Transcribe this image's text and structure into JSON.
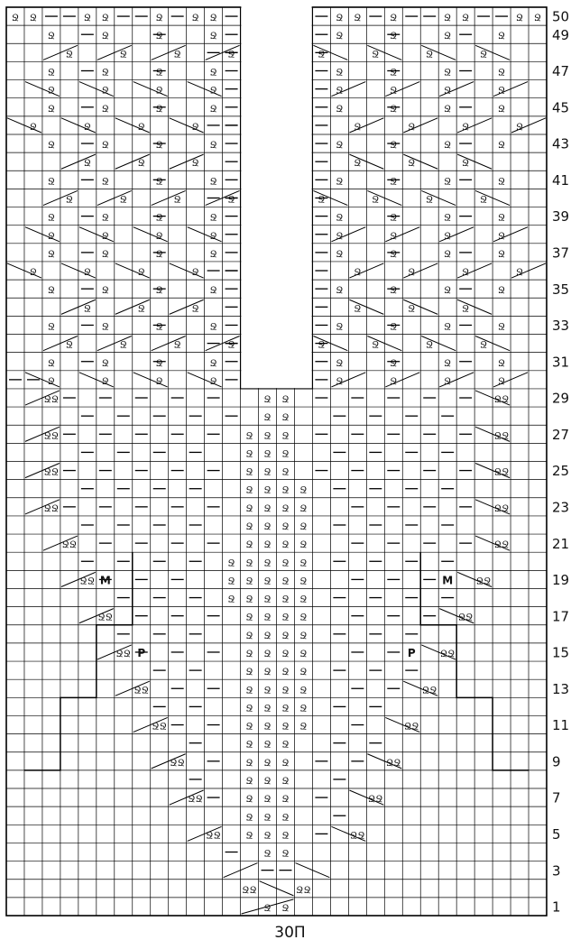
{
  "caption": "30П",
  "row_numbers": [
    "50",
    "49",
    "47",
    "45",
    "43",
    "41",
    "39",
    "37",
    "35",
    "33",
    "31",
    "29",
    "27",
    "25",
    "23",
    "21",
    "19",
    "17",
    "15",
    "13",
    "11",
    "9",
    "7",
    "5",
    "3",
    "1"
  ],
  "symbols": {
    "purl": "—",
    "twisted": "Ջ",
    "double_twisted": "ՋՋ",
    "make_one": "M",
    "p_stitch": "P"
  },
  "chart": {
    "rows": 50,
    "cols": 30
  },
  "colors": {
    "grid": "#000000",
    "background": "#ffffff"
  }
}
